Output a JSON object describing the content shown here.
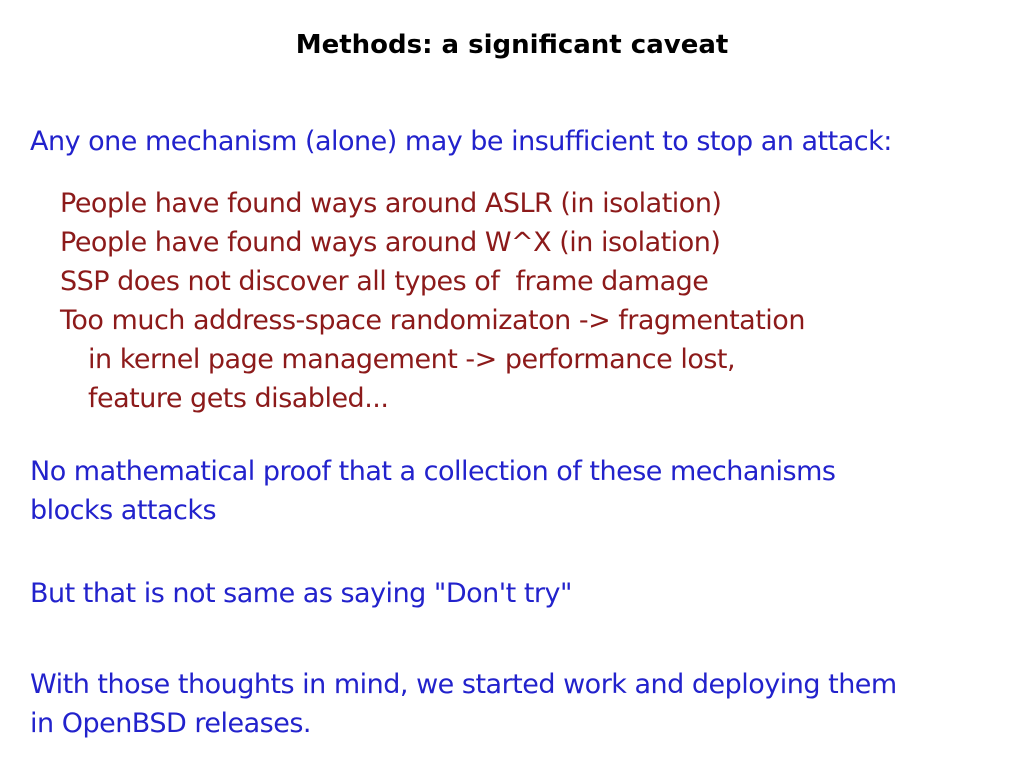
{
  "slide": {
    "title": "Methods: a significant caveat",
    "intro": "Any one mechanism (alone) may be insufficient to stop an attack:",
    "caveats": [
      {
        "text": "People have found ways around ASLR (in isolation)",
        "indent": 1
      },
      {
        "text": "People have found ways around W^X (in isolation)",
        "indent": 1
      },
      {
        "text": "SSP does not discover all types of  frame damage",
        "indent": 1
      },
      {
        "text": "Too much address-space randomizaton -> fragmentation",
        "indent": 1
      },
      {
        "text": "in kernel page management -> performance lost,",
        "indent": 2
      },
      {
        "text": "feature gets disabled...",
        "indent": 2
      }
    ],
    "paragraphs": [
      {
        "lines": [
          "No mathematical proof that a collection of these mechanisms",
          "blocks attacks"
        ]
      },
      {
        "lines": [
          "But that is not same as saying \"Don't try\""
        ]
      },
      {
        "lines": [
          "With those thoughts in mind, we started work and deploying them",
          "in OpenBSD releases."
        ]
      }
    ],
    "colors": {
      "background": "#ffffff",
      "title_text": "#000000",
      "primary_text": "#2222cc",
      "caveat_text": "#8c1a1a"
    }
  }
}
